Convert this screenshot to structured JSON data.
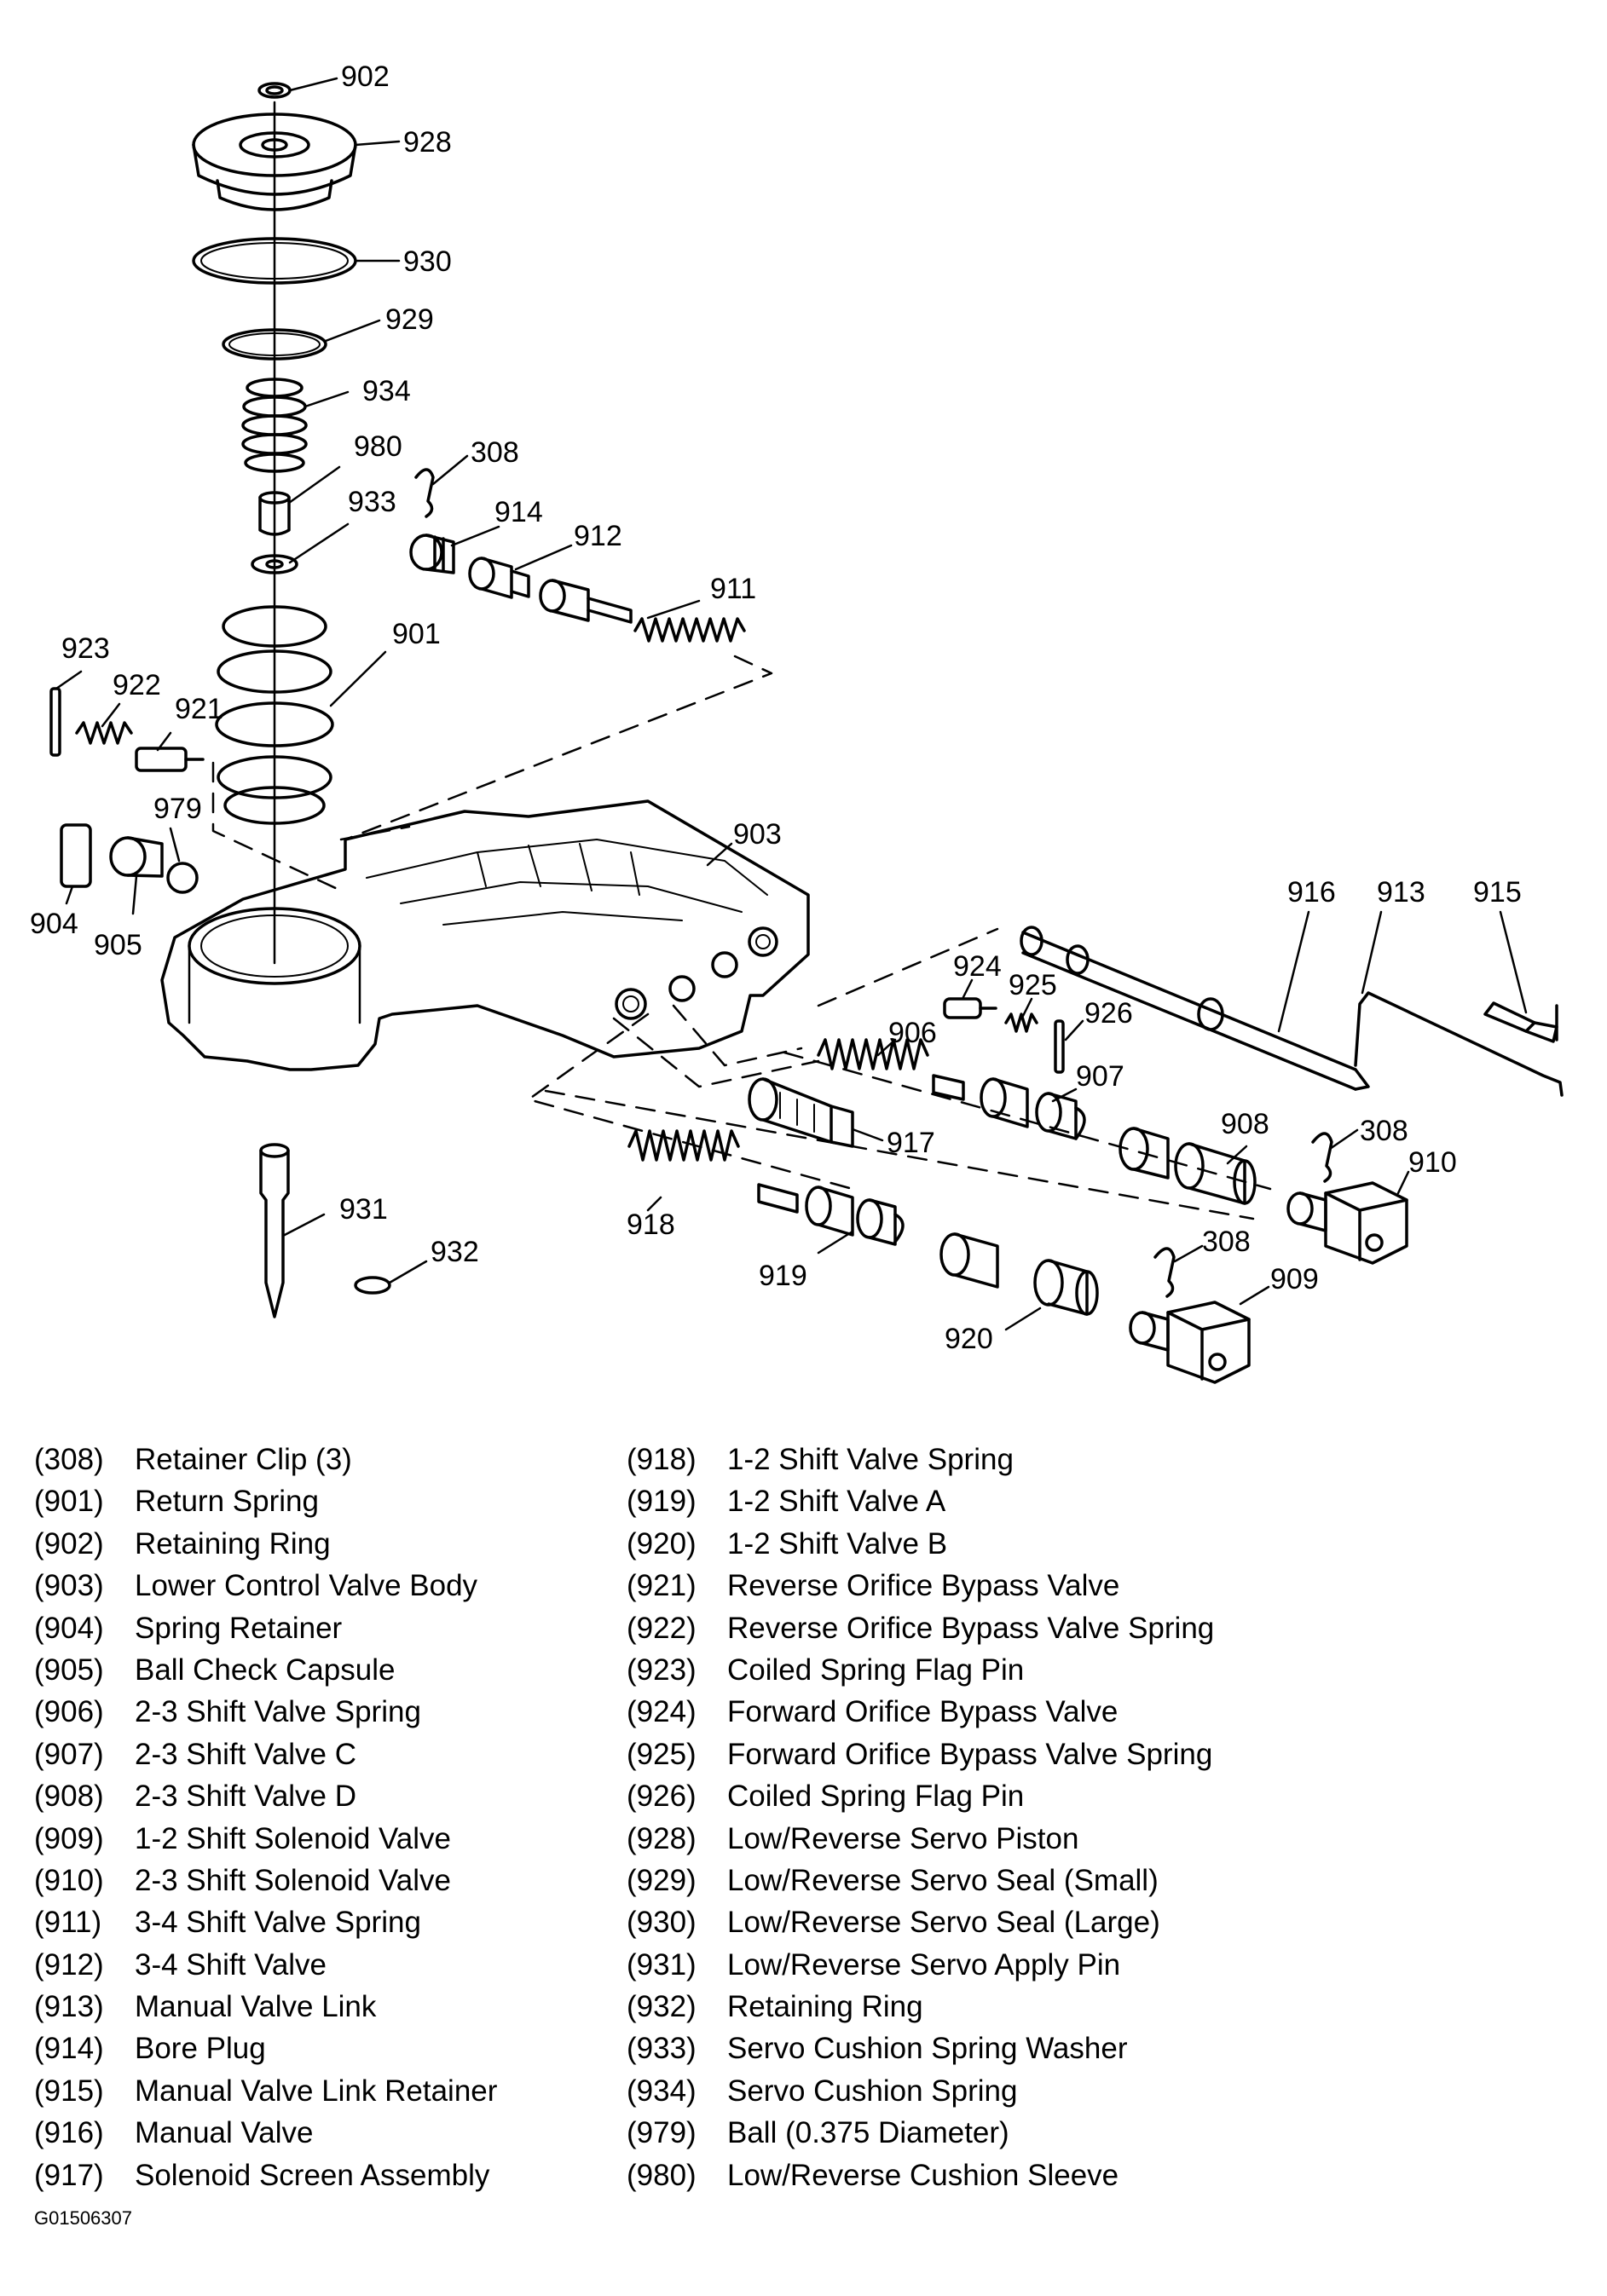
{
  "callouts": [
    {
      "id": "902",
      "label": "902"
    },
    {
      "id": "928",
      "label": "928"
    },
    {
      "id": "930",
      "label": "930"
    },
    {
      "id": "929",
      "label": "929"
    },
    {
      "id": "934",
      "label": "934"
    },
    {
      "id": "980",
      "label": "980"
    },
    {
      "id": "933",
      "label": "933"
    },
    {
      "id": "308a",
      "label": "308"
    },
    {
      "id": "914",
      "label": "914"
    },
    {
      "id": "912",
      "label": "912"
    },
    {
      "id": "911",
      "label": "911"
    },
    {
      "id": "901",
      "label": "901"
    },
    {
      "id": "923",
      "label": "923"
    },
    {
      "id": "922",
      "label": "922"
    },
    {
      "id": "921",
      "label": "921"
    },
    {
      "id": "979",
      "label": "979"
    },
    {
      "id": "904",
      "label": "904"
    },
    {
      "id": "905",
      "label": "905"
    },
    {
      "id": "903",
      "label": "903"
    },
    {
      "id": "916",
      "label": "916"
    },
    {
      "id": "913",
      "label": "913"
    },
    {
      "id": "915",
      "label": "915"
    },
    {
      "id": "924",
      "label": "924"
    },
    {
      "id": "925",
      "label": "925"
    },
    {
      "id": "926",
      "label": "926"
    },
    {
      "id": "906",
      "label": "906"
    },
    {
      "id": "907",
      "label": "907"
    },
    {
      "id": "917",
      "label": "917"
    },
    {
      "id": "908",
      "label": "908"
    },
    {
      "id": "308b",
      "label": "308"
    },
    {
      "id": "910",
      "label": "910"
    },
    {
      "id": "931",
      "label": "931"
    },
    {
      "id": "932",
      "label": "932"
    },
    {
      "id": "918",
      "label": "918"
    },
    {
      "id": "919",
      "label": "919"
    },
    {
      "id": "308c",
      "label": "308"
    },
    {
      "id": "909",
      "label": "909"
    },
    {
      "id": "920",
      "label": "920"
    }
  ],
  "legend": {
    "left": [
      {
        "num": "(308)",
        "name": "Retainer Clip (3)"
      },
      {
        "num": "(901)",
        "name": "Return Spring"
      },
      {
        "num": "(902)",
        "name": "Retaining Ring"
      },
      {
        "num": "(903)",
        "name": "Lower Control Valve Body"
      },
      {
        "num": "(904)",
        "name": "Spring Retainer"
      },
      {
        "num": "(905)",
        "name": "Ball Check Capsule"
      },
      {
        "num": "(906)",
        "name": "2-3 Shift Valve Spring"
      },
      {
        "num": "(907)",
        "name": "2-3 Shift Valve C"
      },
      {
        "num": "(908)",
        "name": "2-3 Shift Valve D"
      },
      {
        "num": "(909)",
        "name": "1-2 Shift Solenoid Valve"
      },
      {
        "num": "(910)",
        "name": "2-3 Shift Solenoid Valve"
      },
      {
        "num": "(911)",
        "name": "3-4 Shift Valve Spring"
      },
      {
        "num": "(912)",
        "name": "3-4 Shift Valve"
      },
      {
        "num": "(913)",
        "name": "Manual Valve Link"
      },
      {
        "num": "(914)",
        "name": "Bore Plug"
      },
      {
        "num": "(915)",
        "name": "Manual Valve Link Retainer"
      },
      {
        "num": "(916)",
        "name": "Manual Valve"
      },
      {
        "num": "(917)",
        "name": "Solenoid Screen Assembly"
      }
    ],
    "right": [
      {
        "num": "(918)",
        "name": "1-2 Shift Valve Spring"
      },
      {
        "num": "(919)",
        "name": "1-2 Shift Valve A"
      },
      {
        "num": "(920)",
        "name": "1-2 Shift Valve B"
      },
      {
        "num": "(921)",
        "name": "Reverse Orifice Bypass Valve"
      },
      {
        "num": "(922)",
        "name": "Reverse Orifice Bypass Valve Spring"
      },
      {
        "num": "(923)",
        "name": "Coiled Spring Flag Pin"
      },
      {
        "num": "(924)",
        "name": "Forward Orifice Bypass Valve"
      },
      {
        "num": "(925)",
        "name": "Forward Orifice Bypass Valve Spring"
      },
      {
        "num": "(926)",
        "name": "Coiled Spring Flag Pin"
      },
      {
        "num": "(928)",
        "name": "Low/Reverse Servo Piston"
      },
      {
        "num": "(929)",
        "name": "Low/Reverse Servo Seal (Small)"
      },
      {
        "num": "(930)",
        "name": "Low/Reverse Servo Seal (Large)"
      },
      {
        "num": "(931)",
        "name": "Low/Reverse Servo Apply Pin"
      },
      {
        "num": "(932)",
        "name": "Retaining Ring"
      },
      {
        "num": "(933)",
        "name": "Servo Cushion Spring Washer"
      },
      {
        "num": "(934)",
        "name": "Servo Cushion Spring"
      },
      {
        "num": "(979)",
        "name": "Ball (0.375 Diameter)"
      },
      {
        "num": "(980)",
        "name": "Low/Reverse Cushion Sleeve"
      }
    ]
  },
  "figure_id": "G01506307"
}
